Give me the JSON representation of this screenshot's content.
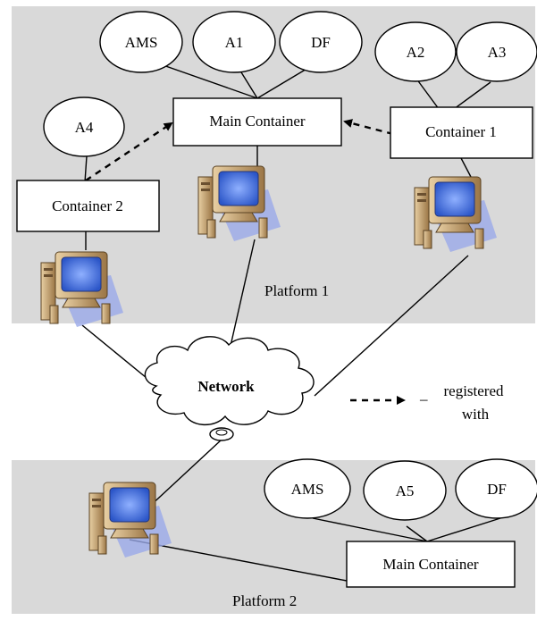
{
  "platforms": [
    {
      "label": "Platform 1",
      "main_container": {
        "label": "Main Container",
        "agents": [
          "AMS",
          "A1",
          "DF"
        ]
      },
      "containers": [
        {
          "label": "Container 1",
          "agents": [
            "A2",
            "A3"
          ]
        },
        {
          "label": "Container 2",
          "agents": [
            "A4"
          ]
        }
      ]
    },
    {
      "label": "Platform 2",
      "main_container": {
        "label": "Main Container",
        "agents": [
          "AMS",
          "A5",
          "DF"
        ]
      }
    }
  ],
  "network": {
    "label": "Network"
  },
  "legend": {
    "dash": "–",
    "line1": "registered",
    "line2": "with"
  },
  "colors": {
    "platform_bg": "#d9d9d9",
    "stroke": "#000000",
    "monitor_screen": "#3f6fd6",
    "computer_body": "#c9a777",
    "shadow": "#9aa9e8"
  }
}
